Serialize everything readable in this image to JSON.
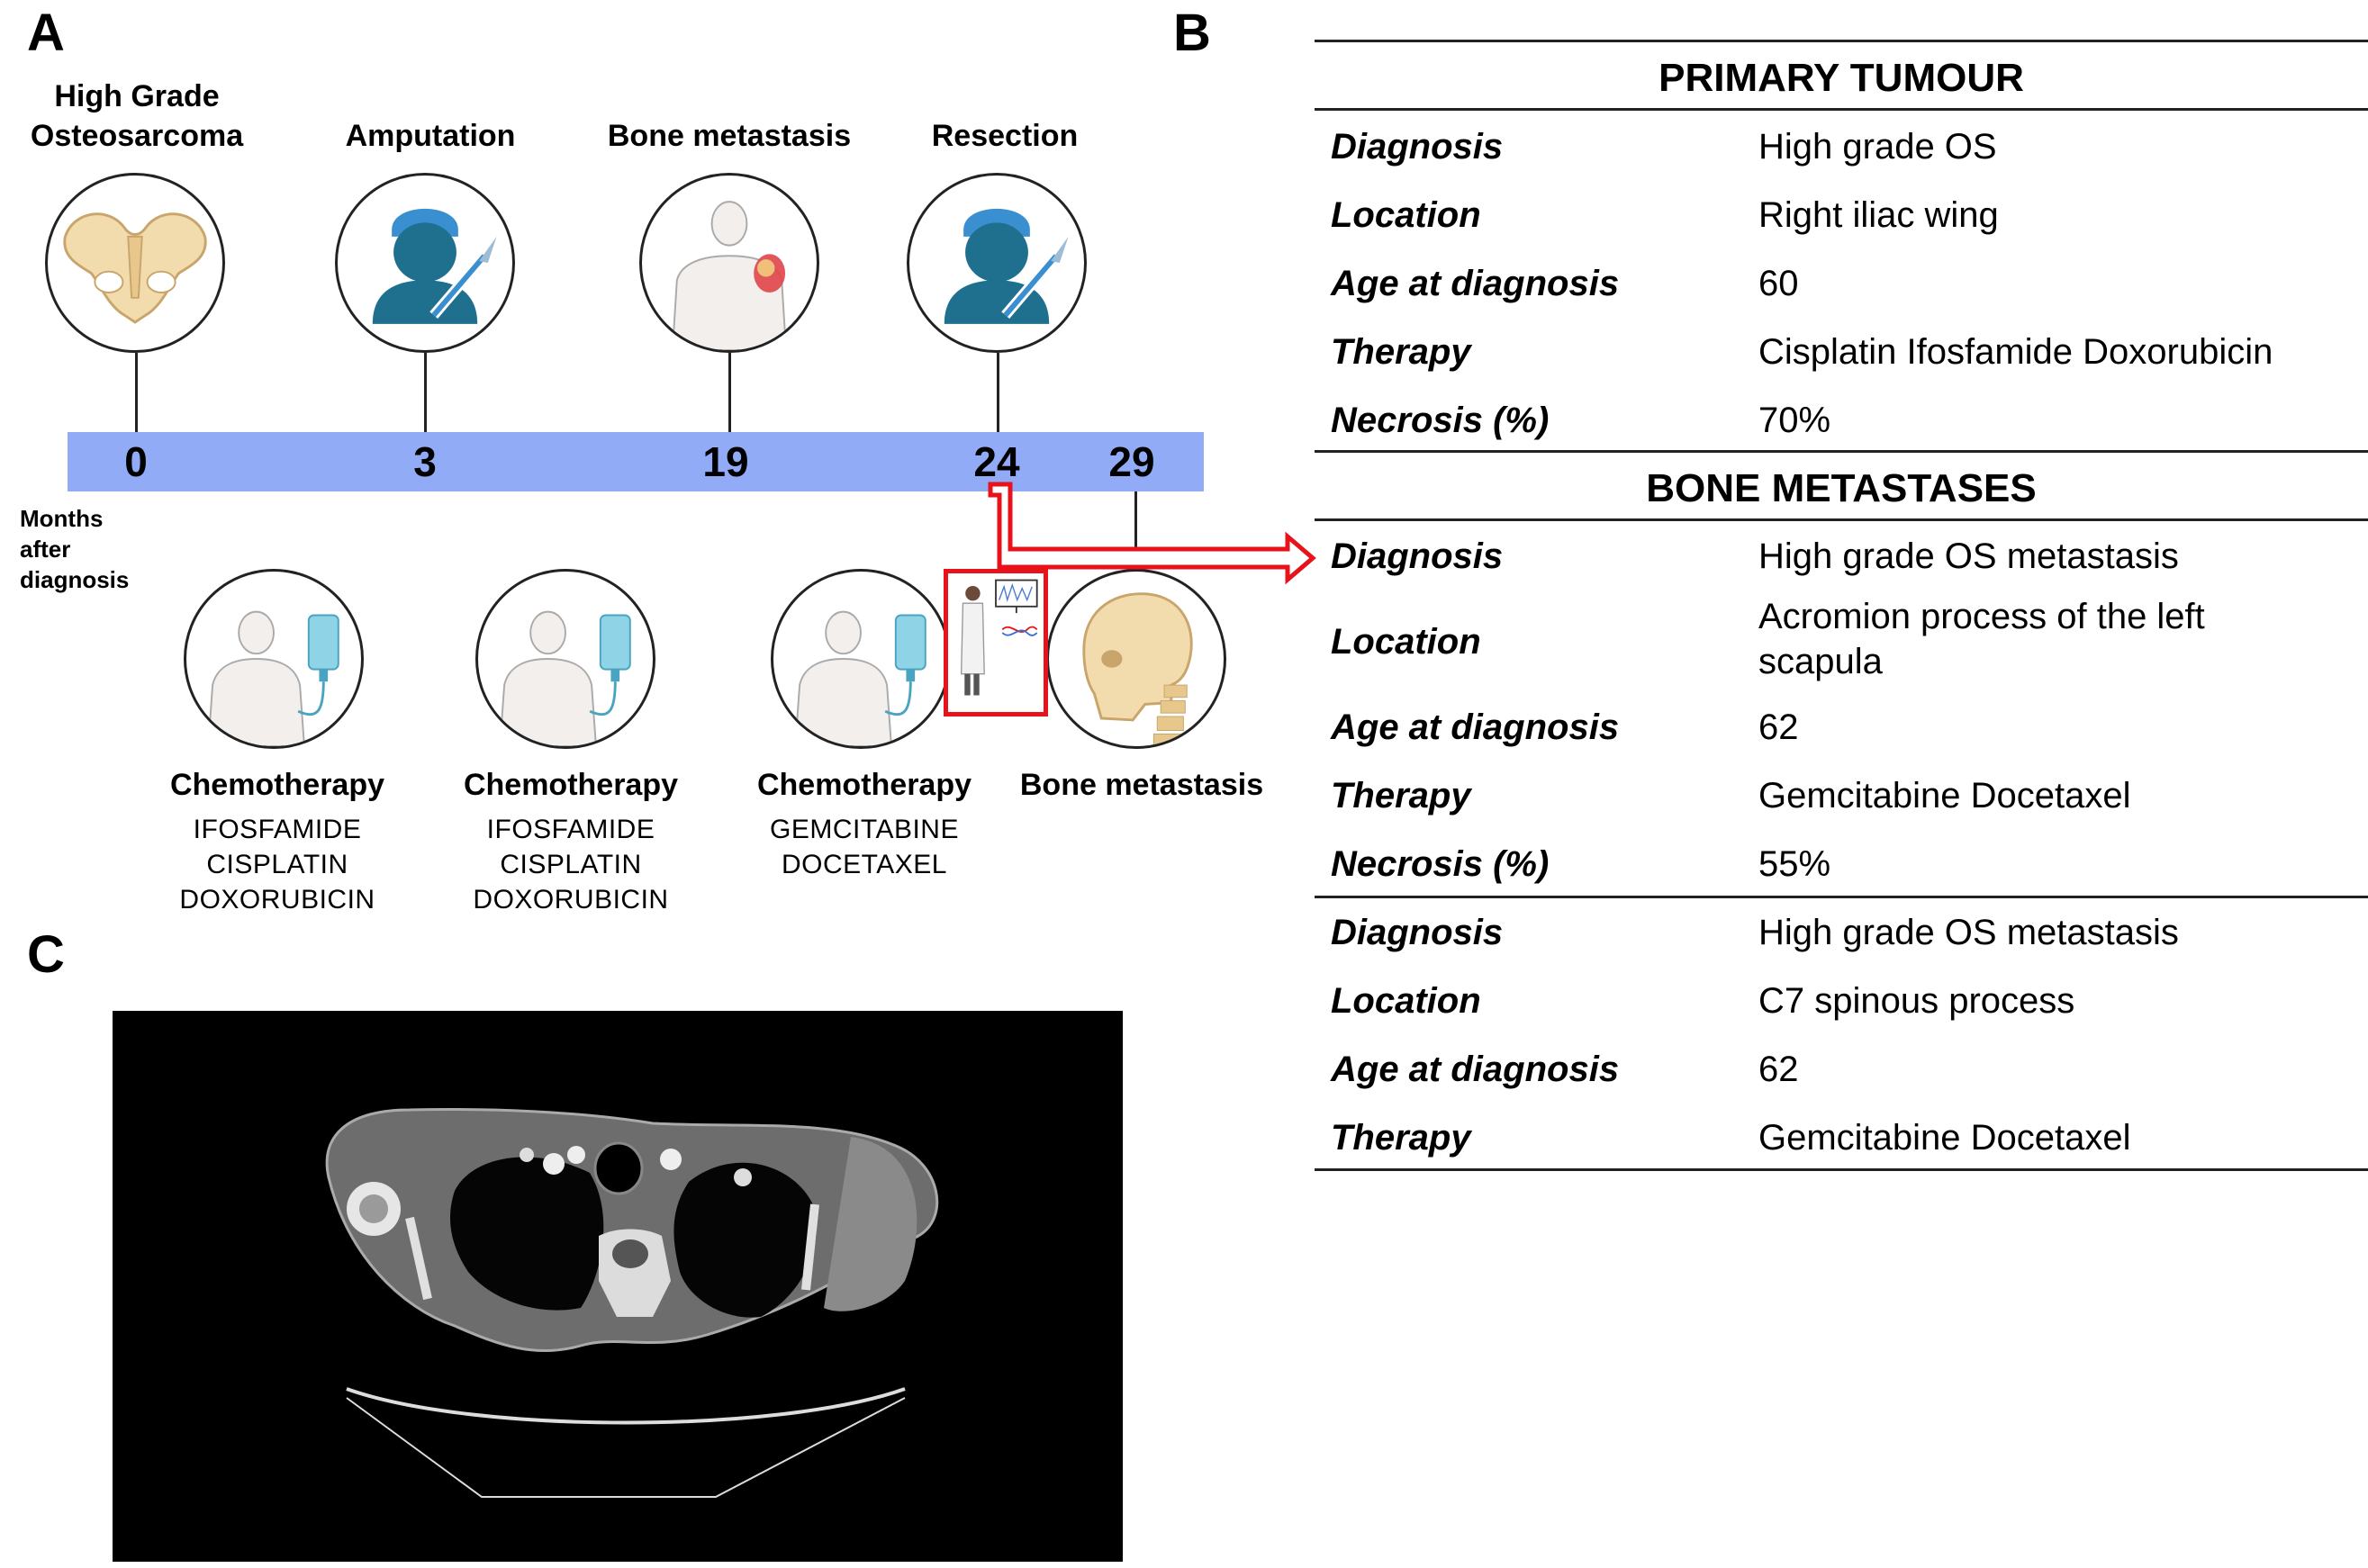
{
  "panels": {
    "a": "A",
    "b": "B",
    "c": "C"
  },
  "timeline": {
    "months_label": [
      "Months",
      "after",
      "diagnosis"
    ],
    "ticks": [
      "0",
      "3",
      "19",
      "24",
      "29"
    ],
    "events": [
      {
        "label": [
          "High Grade",
          "Osteosarcoma"
        ],
        "icon": "pelvis-icon"
      },
      {
        "label": [
          "Amputation"
        ],
        "icon": "surgeon-icon"
      },
      {
        "label": [
          "Bone metastasis"
        ],
        "icon": "shoulder-icon"
      },
      {
        "label": [
          "Resection"
        ],
        "icon": "surgeon-icon"
      }
    ],
    "lower": [
      {
        "title": "Chemotherapy",
        "drugs": [
          "IFOSFAMIDE",
          "CISPLATIN",
          "DOXORUBICIN"
        ],
        "icon": "iv-drip-icon"
      },
      {
        "title": "Chemotherapy",
        "drugs": [
          "IFOSFAMIDE",
          "CISPLATIN",
          "DOXORUBICIN"
        ],
        "icon": "iv-drip-icon"
      },
      {
        "title": "Chemotherapy",
        "drugs": [
          "GEMCITABINE",
          "DOCETAXEL"
        ],
        "icon": "iv-drip-icon"
      },
      {
        "title": "Bone metastasis",
        "drugs": [],
        "icon": "skull-spine-icon"
      }
    ],
    "highlight_icon": "scientist-sequencing-icon"
  },
  "colors": {
    "bar": "#92abf6",
    "highlight": "#e8121a",
    "surgeon": "#1f6f8e",
    "bone": "#f2dcae"
  },
  "table": {
    "primary_title": "PRIMARY TUMOUR",
    "metastases_title": "BONE METASTASES",
    "primary": [
      {
        "label": "Diagnosis",
        "value": "High grade OS"
      },
      {
        "label": "Location",
        "value": "Right iliac wing"
      },
      {
        "label": "Age at diagnosis",
        "value": "60"
      },
      {
        "label": "Therapy",
        "value": "Cisplatin Ifosfamide Doxorubicin"
      },
      {
        "label": "Necrosis (%)",
        "value": "70%"
      }
    ],
    "met1": [
      {
        "label": "Diagnosis",
        "value": "High grade OS metastasis"
      },
      {
        "label": "Location",
        "value": "Acromion process of the left scapula"
      },
      {
        "label": "Age at diagnosis",
        "value": "62"
      },
      {
        "label": "Therapy",
        "value": "Gemcitabine Docetaxel"
      },
      {
        "label": "Necrosis (%)",
        "value": "55%"
      }
    ],
    "met2": [
      {
        "label": "Diagnosis",
        "value": "High grade OS metastasis"
      },
      {
        "label": "Location",
        "value": "C7 spinous process"
      },
      {
        "label": "Age at diagnosis",
        "value": "62"
      },
      {
        "label": "Therapy",
        "value": "Gemcitabine Docetaxel"
      }
    ]
  },
  "ct_image": {
    "icon": "ct-scan-axial-image"
  }
}
